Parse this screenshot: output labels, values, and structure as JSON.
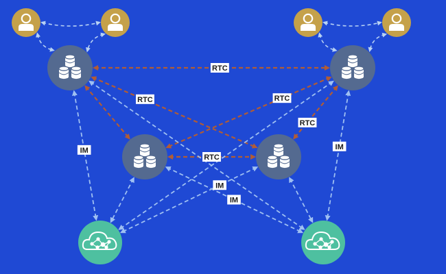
{
  "colors": {
    "background": "#1f49d4",
    "rtc_edge": "#b15c35",
    "im_edge": "#9fc0f2",
    "user_edge": "#b8d2f4",
    "server_node": "#546a90",
    "user_node": "#c5a14a",
    "cloud_node": "#4ec0a0"
  },
  "nodes": [
    {
      "id": "user-1",
      "type": "user",
      "icon": "user-icon"
    },
    {
      "id": "user-2",
      "type": "user",
      "icon": "user-icon"
    },
    {
      "id": "user-3",
      "type": "user",
      "icon": "user-icon"
    },
    {
      "id": "user-4",
      "type": "user",
      "icon": "user-icon"
    },
    {
      "id": "server-top-left",
      "type": "server",
      "icon": "database-cluster-icon"
    },
    {
      "id": "server-top-right",
      "type": "server",
      "icon": "database-cluster-icon"
    },
    {
      "id": "server-mid-left",
      "type": "server",
      "icon": "database-cluster-icon"
    },
    {
      "id": "server-mid-right",
      "type": "server",
      "icon": "database-cluster-icon"
    },
    {
      "id": "cloud-left",
      "type": "cloud",
      "icon": "cloud-network-icon"
    },
    {
      "id": "cloud-right",
      "type": "cloud",
      "icon": "cloud-network-icon"
    }
  ],
  "edges": [
    {
      "id": "rtc-top",
      "from": "server-top-left",
      "to": "server-top-right",
      "type": "rtc",
      "label": "RTC"
    },
    {
      "id": "rtc-diag-1",
      "from": "server-top-left",
      "to": "server-mid-right",
      "type": "rtc",
      "label": "RTC"
    },
    {
      "id": "rtc-diag-2",
      "from": "server-top-right",
      "to": "server-mid-left",
      "type": "rtc",
      "label": "RTC"
    },
    {
      "id": "rtc-right",
      "from": "server-top-right",
      "to": "server-mid-right",
      "type": "rtc",
      "label": "RTC"
    },
    {
      "id": "rtc-mid",
      "from": "server-mid-left",
      "to": "server-mid-right",
      "type": "rtc",
      "label": "RTC"
    },
    {
      "id": "rtc-left",
      "from": "server-top-left",
      "to": "server-mid-left",
      "type": "rtc",
      "label": ""
    },
    {
      "id": "im-left",
      "from": "server-top-left",
      "to": "cloud-left",
      "type": "im",
      "label": "IM"
    },
    {
      "id": "im-right",
      "from": "server-top-right",
      "to": "cloud-right",
      "type": "im",
      "label": "IM"
    },
    {
      "id": "im-cross-1",
      "from": "server-mid-left",
      "to": "cloud-right",
      "type": "im",
      "label": "IM"
    },
    {
      "id": "im-cross-2",
      "from": "server-mid-right",
      "to": "cloud-left",
      "type": "im",
      "label": "IM"
    },
    {
      "id": "im-a",
      "from": "server-top-left",
      "to": "cloud-right",
      "type": "im",
      "label": ""
    },
    {
      "id": "im-b",
      "from": "server-top-right",
      "to": "cloud-left",
      "type": "im",
      "label": ""
    },
    {
      "id": "im-c",
      "from": "server-mid-left",
      "to": "cloud-left",
      "type": "im",
      "label": ""
    },
    {
      "id": "im-d",
      "from": "server-mid-right",
      "to": "cloud-right",
      "type": "im",
      "label": ""
    },
    {
      "id": "user-link-1",
      "from": "user-1",
      "to": "user-2",
      "type": "user",
      "label": ""
    },
    {
      "id": "user-link-2",
      "from": "user-1",
      "to": "server-top-left",
      "type": "user",
      "label": ""
    },
    {
      "id": "user-link-3",
      "from": "user-2",
      "to": "server-top-left",
      "type": "user",
      "label": ""
    },
    {
      "id": "user-link-4",
      "from": "user-3",
      "to": "user-4",
      "type": "user",
      "label": ""
    },
    {
      "id": "user-link-5",
      "from": "user-3",
      "to": "server-top-right",
      "type": "user",
      "label": ""
    },
    {
      "id": "user-link-6",
      "from": "user-4",
      "to": "server-top-right",
      "type": "user",
      "label": ""
    }
  ]
}
